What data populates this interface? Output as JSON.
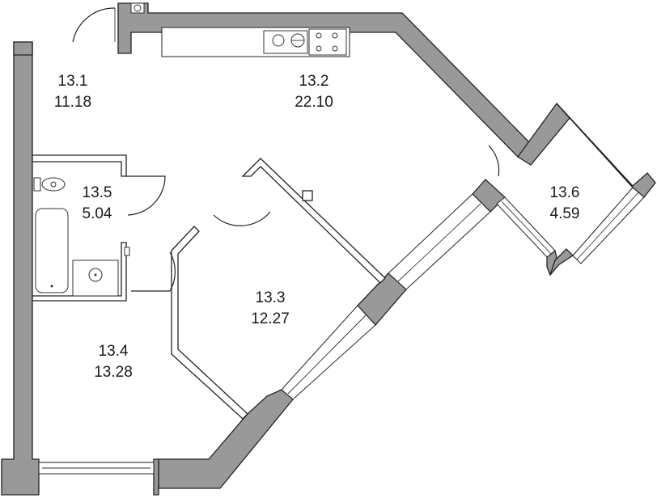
{
  "rooms": [
    {
      "id": "13.1",
      "area": "11.18"
    },
    {
      "id": "13.2",
      "area": "22.10"
    },
    {
      "id": "13.3",
      "area": "12.27"
    },
    {
      "id": "13.4",
      "area": "13.28"
    },
    {
      "id": "13.5",
      "area": "5.04"
    },
    {
      "id": "13.6",
      "area": "4.59"
    }
  ],
  "colors": {
    "wall_fill": "#999999",
    "line": "#222222",
    "background": "#ffffff"
  }
}
